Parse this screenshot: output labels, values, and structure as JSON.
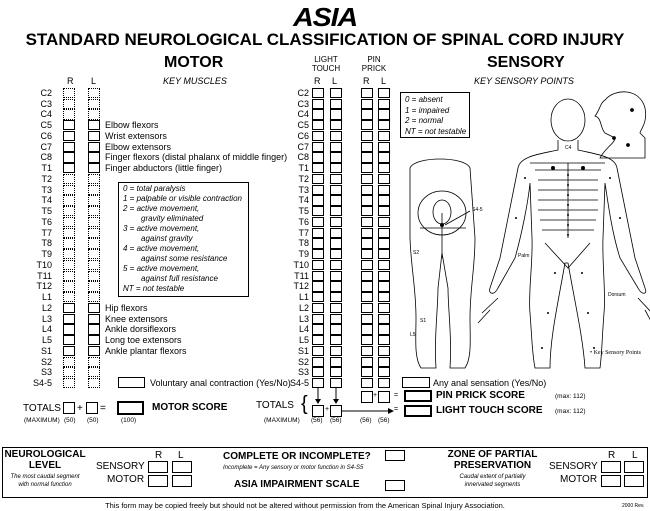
{
  "logo": "ASIA",
  "title": "STANDARD NEUROLOGICAL CLASSIFICATION OF SPINAL CORD INJURY",
  "motor": {
    "heading": "MOTOR",
    "subheading": "KEY MUSCLES",
    "col_r": "R",
    "col_l": "L",
    "legend": [
      "0 = total paralysis",
      "1 = palpable or visible contraction",
      "2 = active movement,",
      "gravity eliminated",
      "3 = active movement,",
      "against gravity",
      "4 = active movement,",
      "against some resistance",
      "5 = active movement,",
      "against full resistance",
      "NT = not testable"
    ],
    "anal_label": "Voluntary anal contraction (Yes/No)",
    "totals_label": "TOTALS",
    "plus": "+",
    "equals": "=",
    "score_label": "MOTOR SCORE",
    "max_label": "(MAXIMUM)",
    "max_r": "(50)",
    "max_l": "(50)",
    "max_total": "(100)"
  },
  "levels": [
    {
      "level": "C2",
      "muscle": "",
      "key": false
    },
    {
      "level": "C3",
      "muscle": "",
      "key": false
    },
    {
      "level": "C4",
      "muscle": "",
      "key": false
    },
    {
      "level": "C5",
      "muscle": "Elbow flexors",
      "key": true
    },
    {
      "level": "C6",
      "muscle": "Wrist extensors",
      "key": true
    },
    {
      "level": "C7",
      "muscle": "Elbow extensors",
      "key": true
    },
    {
      "level": "C8",
      "muscle": "Finger flexors (distal phalanx of middle finger)",
      "key": true
    },
    {
      "level": "T1",
      "muscle": "Finger abductors (little finger)",
      "key": true
    },
    {
      "level": "T2",
      "muscle": "",
      "key": false
    },
    {
      "level": "T3",
      "muscle": "",
      "key": false
    },
    {
      "level": "T4",
      "muscle": "",
      "key": false
    },
    {
      "level": "T5",
      "muscle": "",
      "key": false
    },
    {
      "level": "T6",
      "muscle": "",
      "key": false
    },
    {
      "level": "T7",
      "muscle": "",
      "key": false
    },
    {
      "level": "T8",
      "muscle": "",
      "key": false
    },
    {
      "level": "T9",
      "muscle": "",
      "key": false
    },
    {
      "level": "T10",
      "muscle": "",
      "key": false
    },
    {
      "level": "T11",
      "muscle": "",
      "key": false
    },
    {
      "level": "T12",
      "muscle": "",
      "key": false
    },
    {
      "level": "L1",
      "muscle": "",
      "key": false
    },
    {
      "level": "L2",
      "muscle": "Hip flexors",
      "key": true
    },
    {
      "level": "L3",
      "muscle": "Knee extensors",
      "key": true
    },
    {
      "level": "L4",
      "muscle": "Ankle dorsiflexors",
      "key": true
    },
    {
      "level": "L5",
      "muscle": "Long toe extensors",
      "key": true
    },
    {
      "level": "S1",
      "muscle": "Ankle plantar flexors",
      "key": true
    },
    {
      "level": "S2",
      "muscle": "",
      "key": false
    },
    {
      "level": "S3",
      "muscle": "",
      "key": false
    },
    {
      "level": "S4-5",
      "muscle": "",
      "key": false
    }
  ],
  "sensory": {
    "heading": "SENSORY",
    "subheading": "KEY SENSORY POINTS",
    "light_touch": "LIGHT TOUCH",
    "pin_prick": "PIN PRICK",
    "col_r": "R",
    "col_l": "L",
    "legend": [
      "0 = absent",
      "1 = impaired",
      "2 = normal",
      "NT = not testable"
    ],
    "anal_label": "Any anal sensation (Yes/No)",
    "totals_label": "TOTALS",
    "pp_score_label": "PIN PRICK SCORE",
    "lt_score_label": "LIGHT TOUCH SCORE",
    "pp_max": "(max: 112)",
    "lt_max": "(max: 112)",
    "max_label": "(MAXIMUM)",
    "max_vals": [
      "(56)",
      "(56)",
      "(56)",
      "(56)"
    ],
    "key_points_note": "• Key Sensory Points",
    "diagram_labels": {
      "s45": "S4-5",
      "s2": "S2",
      "s1": "S1",
      "l5": "L5",
      "c4": "C4",
      "palm": "Palm",
      "dorsum": "Dorsum"
    }
  },
  "bottom": {
    "neuro_title": "NEUROLOGICAL",
    "neuro_title2": "LEVEL",
    "neuro_desc": "The most caudal segment",
    "neuro_desc2": "with normal function",
    "sensory": "SENSORY",
    "motor": "MOTOR",
    "r": "R",
    "l": "L",
    "complete_q": "COMPLETE OR INCOMPLETE?",
    "complete_desc": "Incomplete = Any sensory or motor function in S4-S5",
    "impairment": "ASIA IMPAIRMENT SCALE",
    "zpp_title": "ZONE OF PARTIAL",
    "zpp_title2": "PRESERVATION",
    "zpp_desc": "Caudal extent of partially",
    "zpp_desc2": "innervated segments"
  },
  "footer": {
    "note": "This form may be copied freely but should not be altered without permission from the American Spinal Injury Association.",
    "rev": "2000 Rev."
  }
}
